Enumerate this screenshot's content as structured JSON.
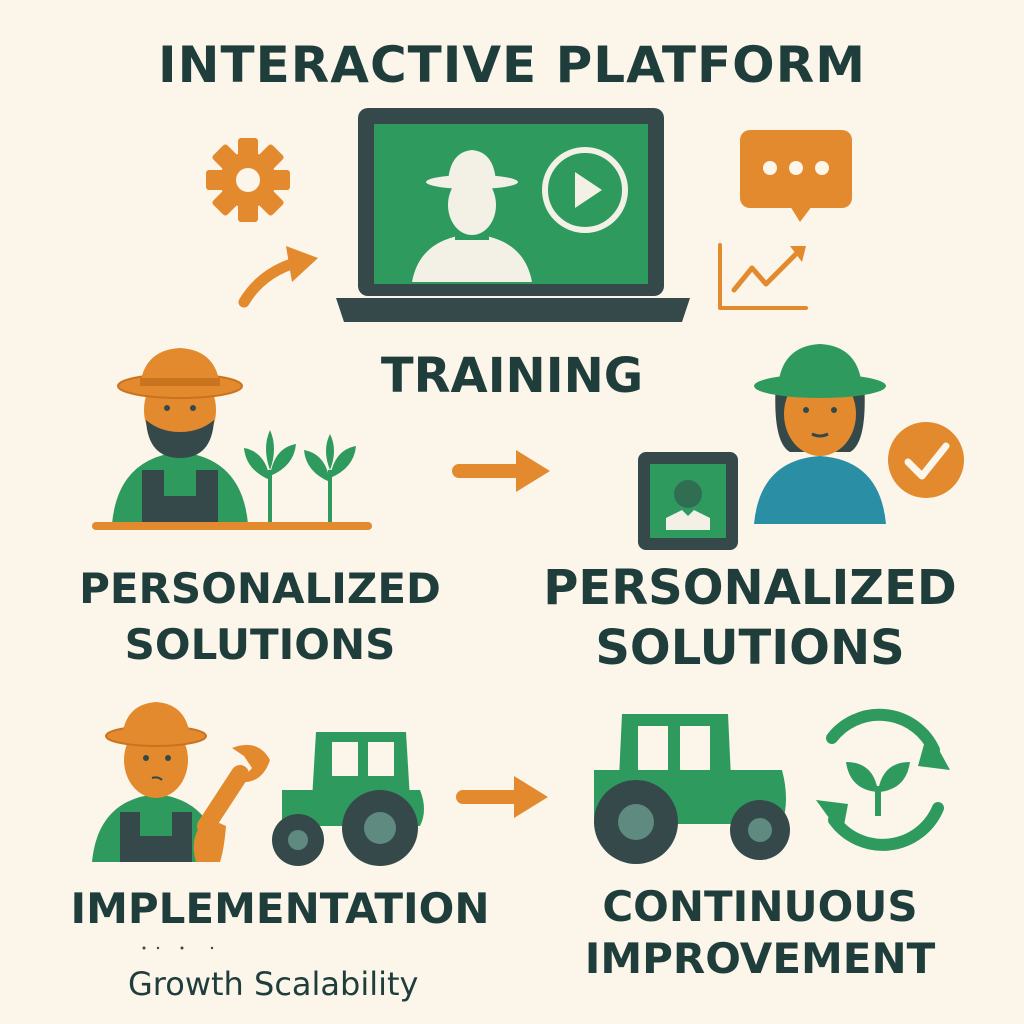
{
  "title": "INTERACTIVE PLATFORM",
  "sections": {
    "training": {
      "label": "TRAINING"
    },
    "personalized_left": {
      "line1": "PERSONALIZED",
      "line2": "SOLUTIONS"
    },
    "personalized_right": {
      "line1": "PERSONALIZED",
      "line2": "SOLUTIONS"
    },
    "implementation": {
      "label": "IMPLEMENTATION",
      "sublabel": "Growth Scalability"
    },
    "continuous": {
      "line1": "CONTINUOUS",
      "line2": "IMPROVEMENT"
    }
  },
  "icons": [
    "gear-icon",
    "laptop-icon",
    "play-icon",
    "chat-bubble-icon",
    "growth-chart-icon",
    "arrow-icon",
    "farmer-icon",
    "seedling-icon",
    "tablet-icon",
    "check-icon",
    "wrench-icon",
    "tractor-icon",
    "cycle-icon"
  ],
  "colors": {
    "background": "#fbf5ea",
    "text": "#1f3d3b",
    "green": "#2e9a5e",
    "orange": "#e38a2e",
    "teal": "#2a8fa5",
    "dark": "#35494a"
  }
}
